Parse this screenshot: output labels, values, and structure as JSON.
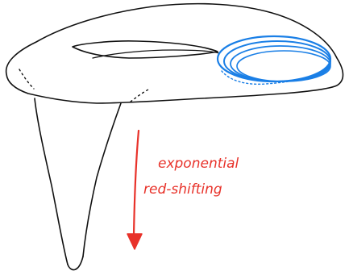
{
  "annotation": {
    "line1": "exponential",
    "line2": "red-shifting"
  },
  "colors": {
    "outline": "#111111",
    "annotation_red": "#e8322a",
    "ring_blue": "#1a7fe6",
    "background": "#ffffff"
  },
  "icons": {
    "arrow": "down-arrow"
  }
}
